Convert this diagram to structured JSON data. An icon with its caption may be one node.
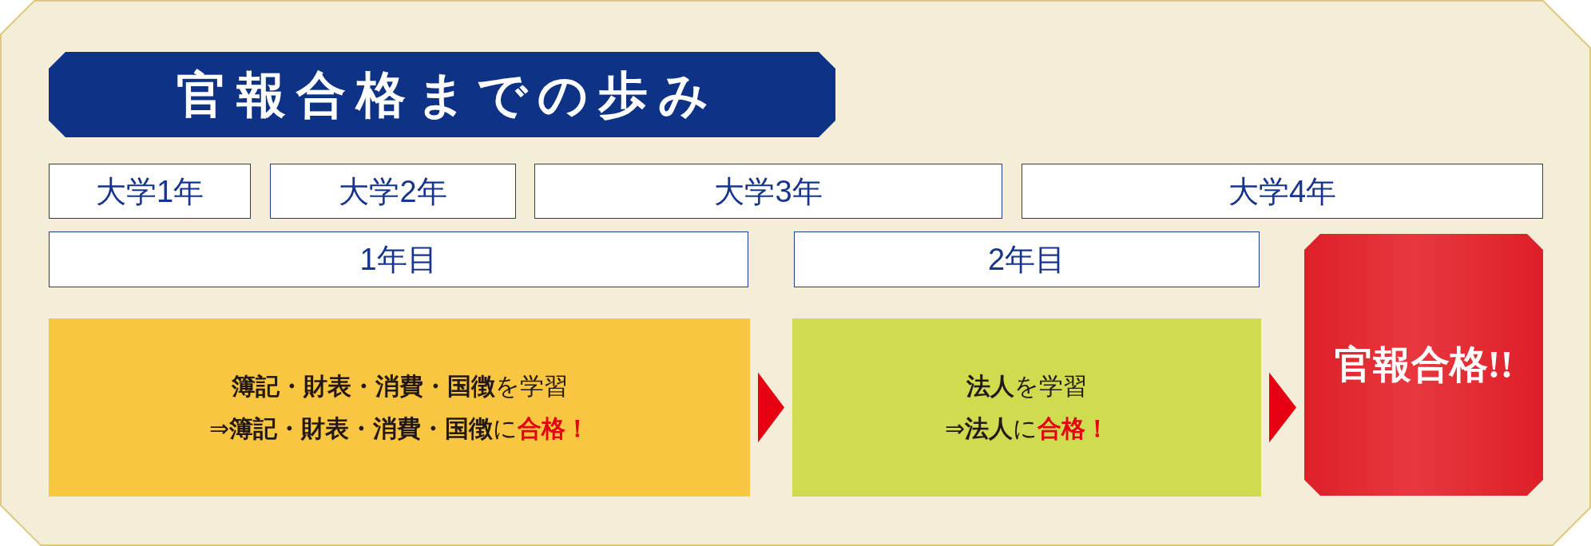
{
  "diagram": {
    "title": "官報合格までの歩み",
    "nodes": [
      {
        "text": [
          "大学1年"
        ]
      },
      {
        "text": [
          "大学2年"
        ]
      },
      {
        "text": [
          "大学3年"
        ]
      },
      {
        "text": [
          "大学4年"
        ]
      },
      {
        "text": [
          "1年目"
        ]
      },
      {
        "text": [
          "2年目"
        ]
      },
      {
        "text": [
          "**簿記・財表・消費・国徴**を学習",
          "⇒**簿記・財表・消費・国徴**に**合格！**"
        ]
      },
      {
        "text": [
          "**法人**を学習",
          "⇒**法人**に**合格！**"
        ]
      },
      {
        "text": [
          "官報合格!!"
        ]
      }
    ],
    "edges": [
      {
        "from": 6,
        "to": 7,
        "arrow": "to"
      },
      {
        "from": 7,
        "to": 8,
        "arrow": "to"
      }
    ]
  }
}
